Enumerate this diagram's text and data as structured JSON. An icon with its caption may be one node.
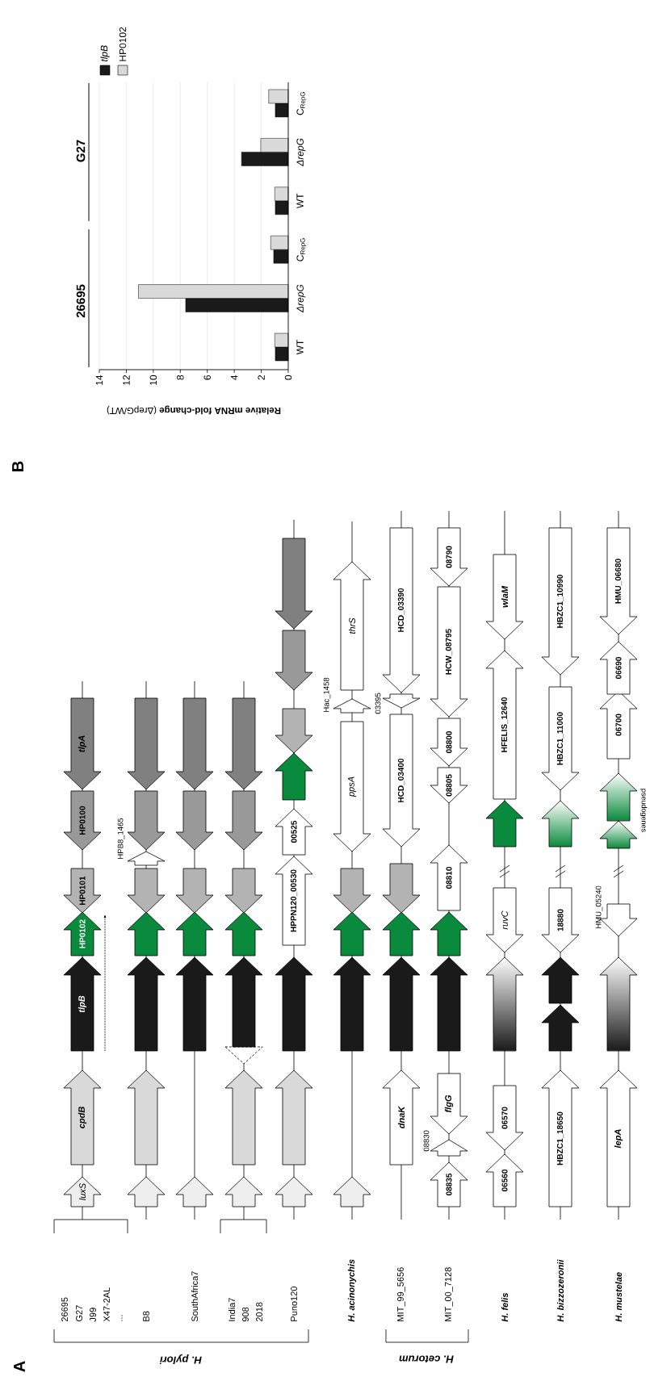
{
  "diagram": {
    "nodes": [
      {
        "text": [
          "luxS"
        ]
      },
      {
        "text": [
          "cpdB"
        ]
      },
      {
        "text": [
          "tlpB"
        ]
      },
      {
        "text": [
          "HP0102"
        ]
      },
      {
        "text": [
          "HP0101"
        ]
      },
      {
        "text": [
          "HP0100"
        ]
      },
      {
        "text": [
          "tlpA"
        ]
      },
      {
        "text": [],
        "shape": "arrow"
      },
      {
        "text": [],
        "shape": "arrow"
      },
      {
        "text": [],
        "shape": "arrow"
      },
      {
        "text": [],
        "shape": "arrow"
      },
      {
        "text": [],
        "shape": "arrow"
      },
      {
        "text": [],
        "shape": "arrow",
        "beside": [
          "HPB8_1465"
        ]
      },
      {
        "text": [],
        "shape": "arrow"
      },
      {
        "text": [],
        "shape": "arrow"
      },
      {
        "text": [],
        "shape": "arrow"
      },
      {
        "text": [],
        "shape": "arrow"
      },
      {
        "text": [],
        "shape": "arrow"
      },
      {
        "text": [],
        "shape": "arrow"
      },
      {
        "text": [],
        "shape": "arrow"
      },
      {
        "text": [],
        "shape": "arrow"
      },
      {
        "text": [],
        "shape": "arrow"
      },
      {
        "text": [],
        "shape": "arrow"
      },
      {
        "text": [],
        "shape": "arrow"
      },
      {
        "text": [],
        "shape": "arrow"
      },
      {
        "text": [],
        "shape": "arrow"
      },
      {
        "text": [],
        "shape": "arrow"
      },
      {
        "text": [],
        "shape": "arrow"
      },
      {
        "text": [],
        "shape": "arrow"
      },
      {
        "text": [],
        "shape": "arrow"
      },
      {
        "text": [],
        "shape": "arrow"
      },
      {
        "text": [
          "HPPN120_00530"
        ]
      },
      {
        "text": [
          "00525"
        ]
      },
      {
        "text": [],
        "shape": "arrow"
      },
      {
        "text": [],
        "shape": "arrow"
      },
      {
        "text": [],
        "shape": "arrow"
      },
      {
        "text": [],
        "shape": "arrow"
      },
      {
        "text": [],
        "shape": "arrow"
      },
      {
        "text": [],
        "shape": "arrow"
      },
      {
        "text": [],
        "shape": "arrow"
      },
      {
        "text": [],
        "shape": "arrow"
      },
      {
        "text": [
          "ppsA"
        ]
      },
      {
        "text": [],
        "shape": "arrow",
        "beside": [
          "Hac_1458"
        ]
      },
      {
        "text": [
          "thrS"
        ]
      },
      {
        "text": [
          "dnaK"
        ]
      },
      {
        "text": [],
        "shape": "arrow"
      },
      {
        "text": [],
        "shape": "arrow"
      },
      {
        "text": [],
        "shape": "arrow"
      },
      {
        "text": [
          "HCD_03400"
        ]
      },
      {
        "text": [],
        "shape": "arrow",
        "beside": [
          "03395"
        ]
      },
      {
        "text": [
          "HCD_03390"
        ]
      },
      {
        "text": [
          "08835"
        ]
      },
      {
        "text": [],
        "shape": "arrow",
        "beside": [
          "08830"
        ]
      },
      {
        "text": [
          "flgG"
        ]
      },
      {
        "text": [],
        "shape": "arrow"
      },
      {
        "text": [],
        "shape": "arrow"
      },
      {
        "text": [
          "08810"
        ]
      },
      {
        "text": [
          "08805"
        ]
      },
      {
        "text": [
          "08800"
        ]
      },
      {
        "text": [
          "HCW_08795"
        ]
      },
      {
        "text": [
          "08790"
        ]
      },
      {
        "text": [
          "06560"
        ]
      },
      {
        "text": [
          "06570"
        ]
      },
      {
        "text": [],
        "shape": "arrow"
      },
      {
        "text": [
          "ruvC"
        ]
      },
      {
        "text": [],
        "shape": "arrow"
      },
      {
        "text": [
          "HFELIS_12640"
        ]
      },
      {
        "text": [
          "wlaM"
        ]
      },
      {
        "text": [
          "HBZC1_18650"
        ]
      },
      {
        "text": [],
        "shape": "arrow"
      },
      {
        "text": [],
        "shape": "arrow"
      },
      {
        "text": [
          "18880"
        ]
      },
      {
        "text": [],
        "shape": "arrow"
      },
      {
        "text": [
          "HBZC1_11000"
        ]
      },
      {
        "text": [
          "HBZC1_10990"
        ]
      },
      {
        "text": [
          "lepA"
        ]
      },
      {
        "text": [],
        "shape": "arrow"
      },
      {
        "text": [],
        "shape": "arrow",
        "beside": [
          "HMU_05240"
        ]
      },
      {
        "text": [],
        "shape": "arrow"
      },
      {
        "text": [],
        "shape": "arrow"
      },
      {
        "text": [
          "06700"
        ]
      },
      {
        "text": [
          "06690"
        ]
      },
      {
        "text": [
          "HMU_06680"
        ]
      }
    ],
    "labels": [
      "A",
      "26695",
      "G27",
      "J99",
      "X47-2AL",
      "...",
      "B8",
      "SouthAfrica7",
      "India7",
      "908",
      "2018",
      "Puno120",
      "H. pylori",
      "H. acinonychis",
      "MIT_99_5656",
      "MIT_00_7128",
      "H. cetorum",
      "H. felis",
      "H. bizzozeronii",
      "H. mustelae",
      "pseudogenes",
      "B",
      "26695",
      "G27"
    ],
    "chart_data": {
      "type": "bar",
      "orientation": "horizontal",
      "xlabel": "**Relative mRNA fold-change** (ΔrepG/WT)",
      "categories": [
        "C$_{RepG}$",
        "ΔrepG",
        "WT",
        "C$_{RepG}$",
        "ΔrepG",
        "WT"
      ],
      "series": [
        {
          "name": "tlpB",
          "color": "#1a1a1a",
          "values": [
            0.96,
            3.46,
            0.96,
            1.08,
            7.6,
            0.96
          ]
        },
        {
          "name": "HP0102",
          "color": "#d9d9d9",
          "values": [
            1.45,
            2.04,
            1.0,
            1.3,
            11.1,
            1.0
          ]
        }
      ],
      "grid": true,
      "xlim": [
        14,
        0
      ],
      "xticks": [
        0,
        2,
        4,
        6,
        8,
        10,
        12,
        14
      ]
    }
  }
}
